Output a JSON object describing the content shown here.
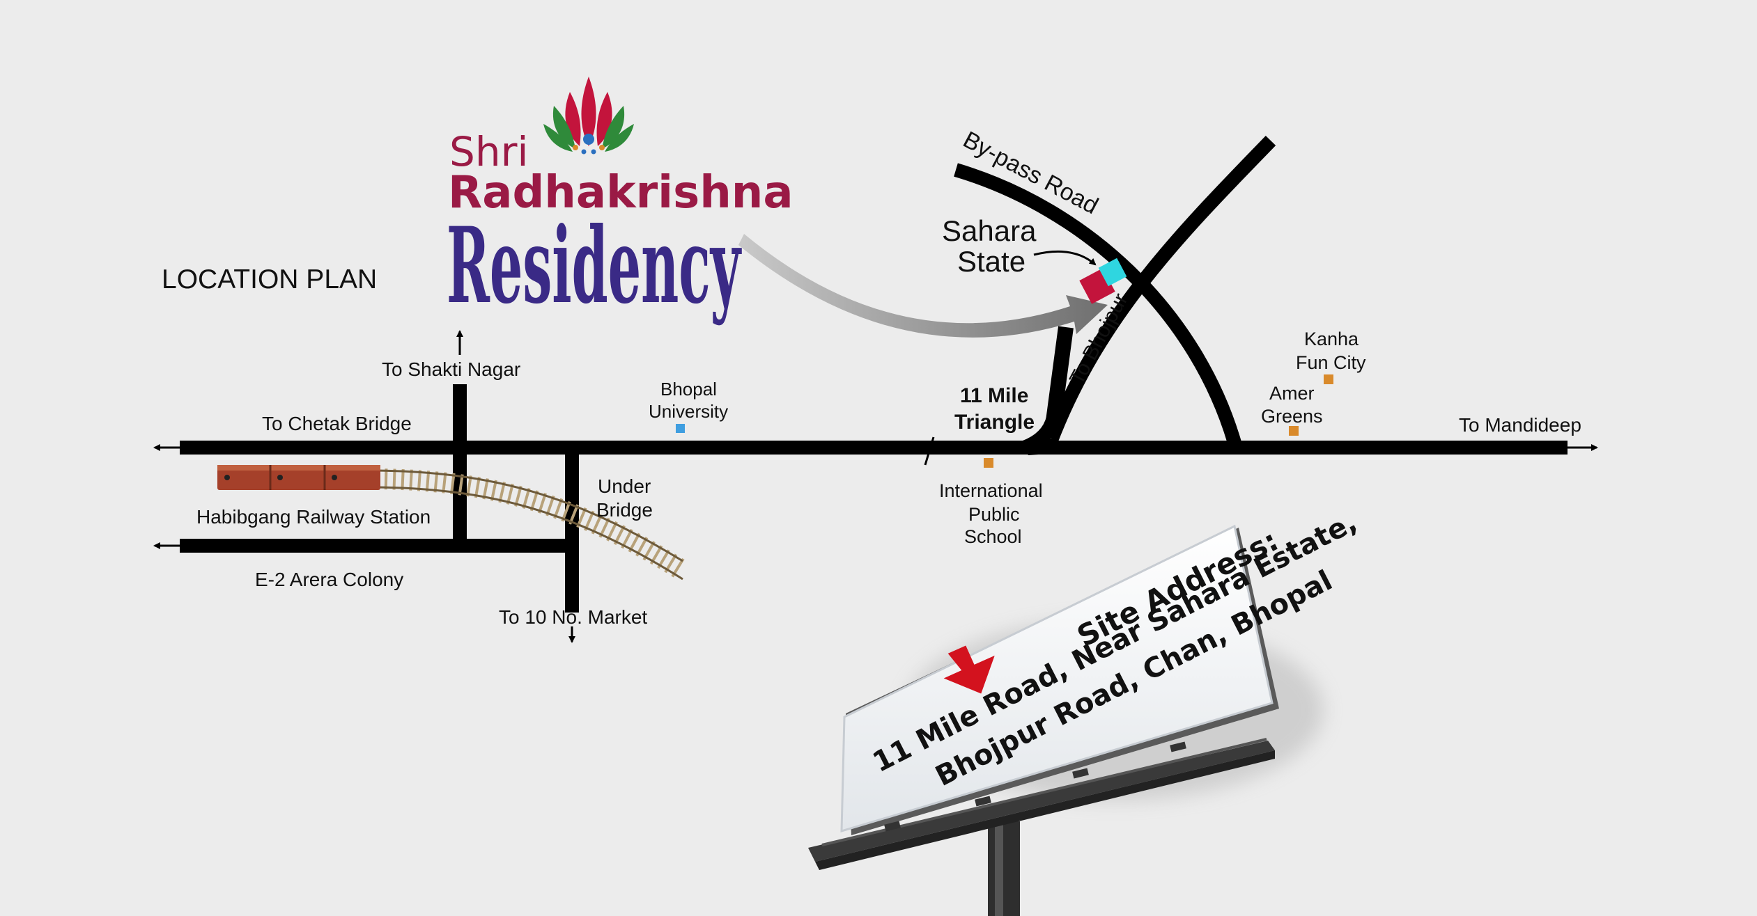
{
  "title": "LOCATION PLAN",
  "logo": {
    "line1": "Shri",
    "line2": "Radhakrishna",
    "line3": "Residency"
  },
  "roads": {
    "bypass": "By-pass Road",
    "bhojpur": "To Bhojpur"
  },
  "labels": {
    "shakti_nagar": "To Shakti Nagar",
    "chetak_bridge": "To Chetak Bridge",
    "railway_station": "Habibgang Railway Station",
    "e2_colony": "E-2 Arera Colony",
    "market": "To 10 No. Market",
    "under_bridge_1": "Under",
    "under_bridge_2": "Bridge",
    "university_1": "Bhopal",
    "university_2": "University",
    "triangle_1": "11 Mile",
    "triangle_2": "Triangle",
    "school_1": "International",
    "school_2": "Public",
    "school_3": "School",
    "sahara_1": "Sahara",
    "sahara_2": "State",
    "kanha_1": "Kanha",
    "kanha_2": "Fun City",
    "amer_1": "Amer",
    "amer_2": "Greens",
    "mandideep": "To Mandideep"
  },
  "billboard": {
    "line1": "Site Address:",
    "line2": "11 Mile Road, Near Sahara Estate,",
    "line3": "Bhojpur Road, Chan, Bhopal"
  },
  "colors": {
    "background": "#ececec",
    "road": "#000000",
    "logo_maroon": "#9a1a45",
    "logo_purple": "#3a2a86",
    "site_marker": "#c3143c",
    "site_cyan": "#2fd6e0",
    "poi_orange": "#d98a2b",
    "poi_blue": "#3f9ee0",
    "billboard_arrow": "#d3121e"
  }
}
